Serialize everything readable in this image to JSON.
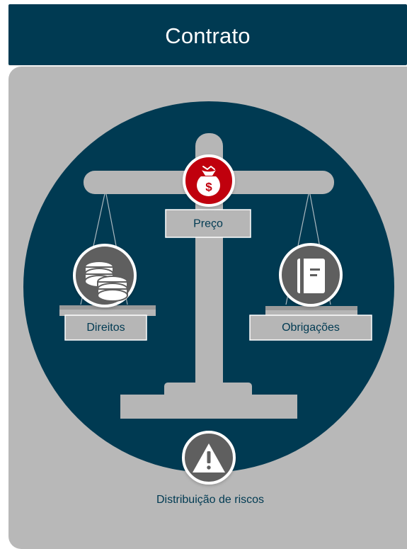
{
  "header": {
    "title": "Contrato"
  },
  "diagram": {
    "center_label": "Preço",
    "left_label": "Direitos",
    "right_label": "Obrigações",
    "bottom_label": "Distribuição de riscos"
  },
  "icons": {
    "center": "money-bag-icon",
    "left": "coins-icon",
    "right": "book-icon",
    "bottom": "warning-icon"
  },
  "colors": {
    "header": "#003a52",
    "panel": "#b8b8b8",
    "circle": "#003a52",
    "scale": "#b6b6b6",
    "center_icon": "#c0000e",
    "side_icon": "#5f5f5f"
  }
}
